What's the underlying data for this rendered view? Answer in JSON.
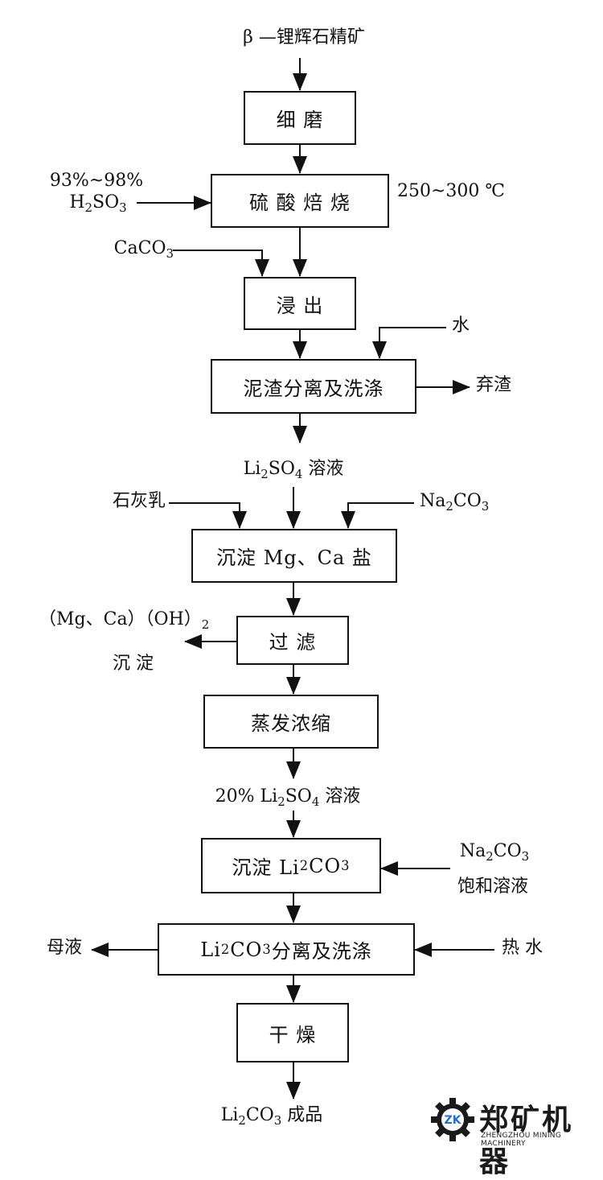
{
  "flow": {
    "start": "β —锂辉石精矿",
    "steps": {
      "grinding": "细  磨",
      "roasting": "硫 酸 焙 烧",
      "leaching": "浸  出",
      "separation": "泥渣分离及洗涤",
      "precip_mgca": "沉淀 Mg、Ca 盐",
      "filtering": "过  滤",
      "evaporation": "蒸发浓缩",
      "precip_li_prefix": "沉淀 Li",
      "precip_li_sub1": "2",
      "precip_li_mid": "CO",
      "precip_li_sub2": "3",
      "li_separation_prefix": "Li",
      "li_separation_sub1": "2",
      "li_separation_mid": "CO",
      "li_separation_sub2": "3",
      "li_separation_suffix": " 分离及洗涤",
      "drying": "干  燥"
    },
    "inputs": {
      "acid_conc": "93%~98%",
      "acid_h": "H",
      "acid_h_sub": "2",
      "acid_so": "SO",
      "acid_so_sub": "3",
      "roast_temp": "250~300 ℃",
      "caco3_main": "CaCO",
      "caco3_sub": "3",
      "water": "水",
      "lime_milk": "石灰乳",
      "na2co3_na": "Na",
      "na2co3_sub1": "2",
      "na2co3_co": "CO",
      "na2co3_sub2": "3",
      "na2co3_sat_na": "Na",
      "na2co3_sat_sub1": "2",
      "na2co3_sat_co": "CO",
      "na2co3_sat_sub2": "3",
      "saturated_solution": "饱和溶液",
      "hot_water": "热 水"
    },
    "outputs": {
      "waste_residue": "弃渣",
      "li2so4_li": "Li",
      "li2so4_sub1": "2",
      "li2so4_so": "SO",
      "li2so4_sub2": "4",
      "li2so4_suffix": " 溶液",
      "precip_hydroxide": "（Mg、Ca）（OH）",
      "precip_hydroxide_sub": "2",
      "precipitate": "沉 淀",
      "li2so4_20_prefix": "20%  Li",
      "li2so4_20_sub1": "2",
      "li2so4_20_so": "SO",
      "li2so4_20_sub2": "4",
      "li2so4_20_suffix": " 溶液",
      "mother_liquor": "母液",
      "product_li": "Li",
      "product_sub1": "2",
      "product_co": "CO",
      "product_sub2": "3",
      "product_suffix": " 成品"
    }
  },
  "logo": {
    "text": "郑矿机器",
    "subtitle": "ZHENGZHOU MINING MACHINERY",
    "mark": "ZK",
    "mark_color": "#1e6fd0",
    "gear_color": "#1a1a1a"
  }
}
